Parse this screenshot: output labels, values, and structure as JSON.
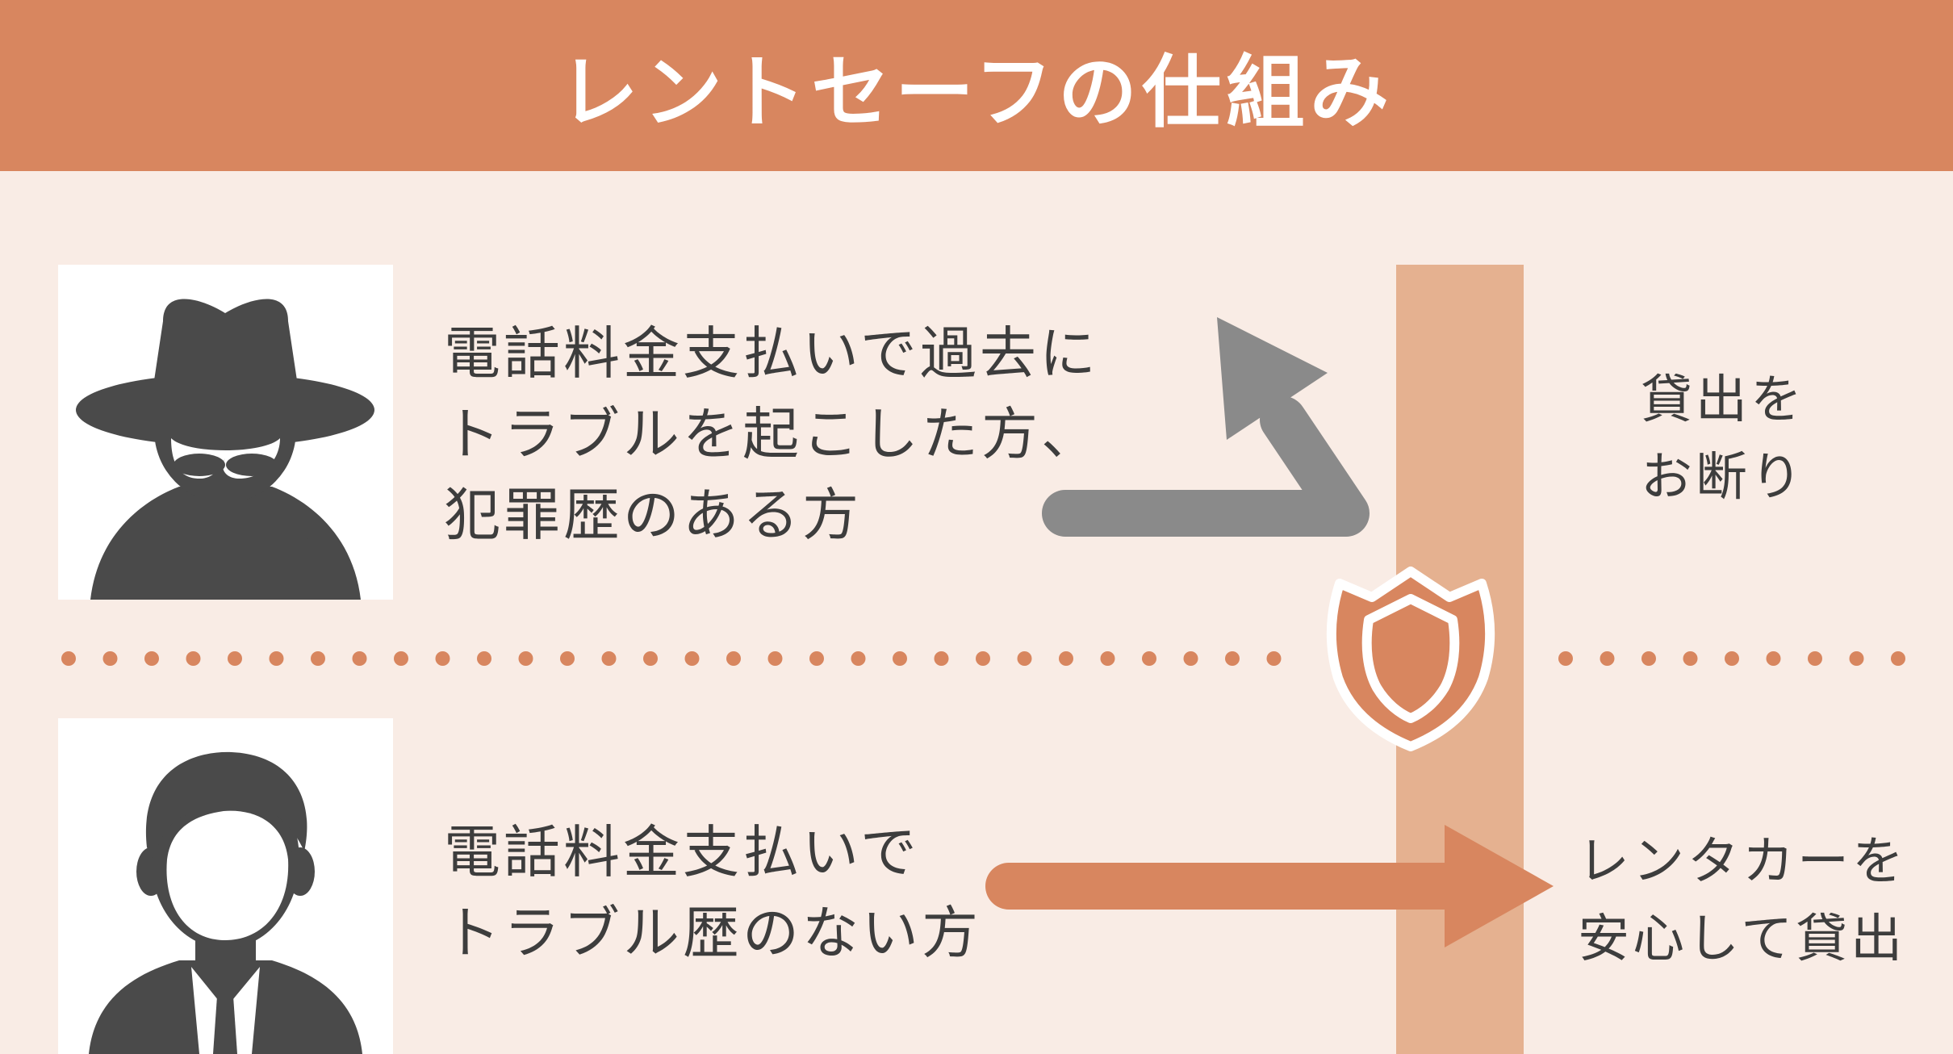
{
  "header": {
    "title": "レントセーフの仕組み"
  },
  "rows": [
    {
      "person": "suspicious-person-icon",
      "description": "電話料金支払いで過去に\nトラブルを起こした方、\n犯罪歴のある方",
      "result": "貸出を\nお断り"
    },
    {
      "person": "businessman-icon",
      "description": "電話料金支払いで\nトラブル歴のない方",
      "result": "レンタカーを\n安心して貸出"
    }
  ],
  "icons": {
    "rejected_arrow": "u-turn-arrow-icon",
    "approved_arrow": "right-arrow-icon",
    "shield": "shield-icon"
  },
  "colors": {
    "header": "#d8865f",
    "background": "#f9ece5",
    "barrier": "#e5b190",
    "accent": "#d8865f",
    "dots": "#d8865f",
    "silhouette": "#4a4a4a",
    "reject_arrow": "#8a8a8a",
    "text": "#3d3d3d"
  }
}
